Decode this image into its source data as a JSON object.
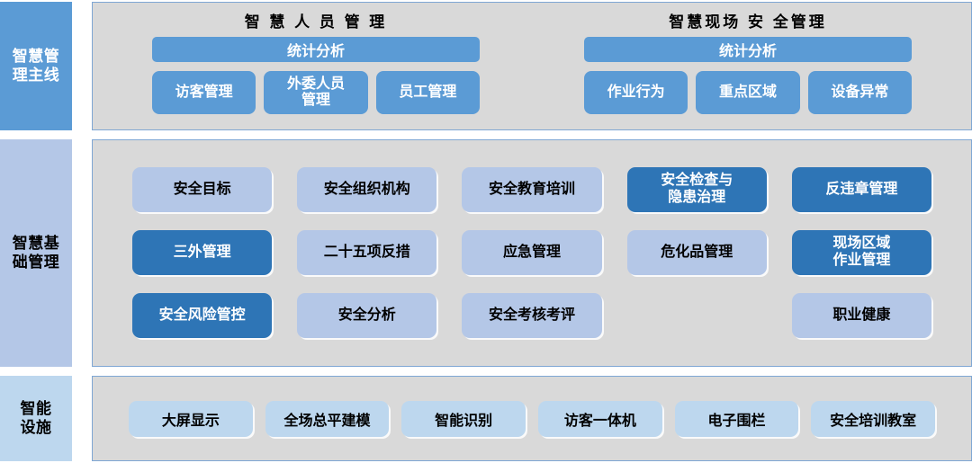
{
  "colors": {
    "accent_blue": "#5B9BD5",
    "deep_blue": "#2E75B6",
    "mid_blue": "#B4C7E7",
    "light_blue": "#BDD7EE",
    "panel_gray": "#D9D9D9",
    "panel_border": "#7FA7D4"
  },
  "rows": [
    {
      "label": "智慧管\n理主线",
      "label_line1": "智慧管",
      "label_line2": "理主线",
      "groups": [
        {
          "title": "智 慧 人 员 管 理",
          "wide_button": "统计分析",
          "chips": [
            "访客管理",
            "外委人员\n管理",
            "员工管理"
          ]
        },
        {
          "title": "智慧现场 安 全管理",
          "wide_button": "统计分析",
          "chips": [
            "作业行为",
            "重点区域",
            "设备异常"
          ]
        }
      ]
    },
    {
      "label_line1": "智慧基",
      "label_line2": "础管理",
      "cells": [
        {
          "label": "安全目标",
          "style": "lt"
        },
        {
          "label": "安全组织机构",
          "style": "lt"
        },
        {
          "label": "安全教育培训",
          "style": "lt"
        },
        {
          "label": "安全检查与\n隐患治理",
          "style": "dk"
        },
        {
          "label": "反违章管理",
          "style": "dk"
        },
        {
          "label": "三外管理",
          "style": "dk"
        },
        {
          "label": "二十五项反措",
          "style": "lt"
        },
        {
          "label": "应急管理",
          "style": "lt"
        },
        {
          "label": "危化品管理",
          "style": "lt"
        },
        {
          "label": "现场区域\n作业管理",
          "style": "dk"
        },
        {
          "label": "安全风险管控",
          "style": "dk"
        },
        {
          "label": "安全分析",
          "style": "lt"
        },
        {
          "label": "安全考核考评",
          "style": "lt"
        },
        {
          "label": "",
          "style": "empty"
        },
        {
          "label": "职业健康",
          "style": "lt"
        }
      ]
    },
    {
      "label_line1": "智能",
      "label_line2": "设施",
      "pills": [
        "大屏显示",
        "全场总平建模",
        "智能识别",
        "访客一体机",
        "电子围栏",
        "安全培训教室"
      ]
    }
  ]
}
